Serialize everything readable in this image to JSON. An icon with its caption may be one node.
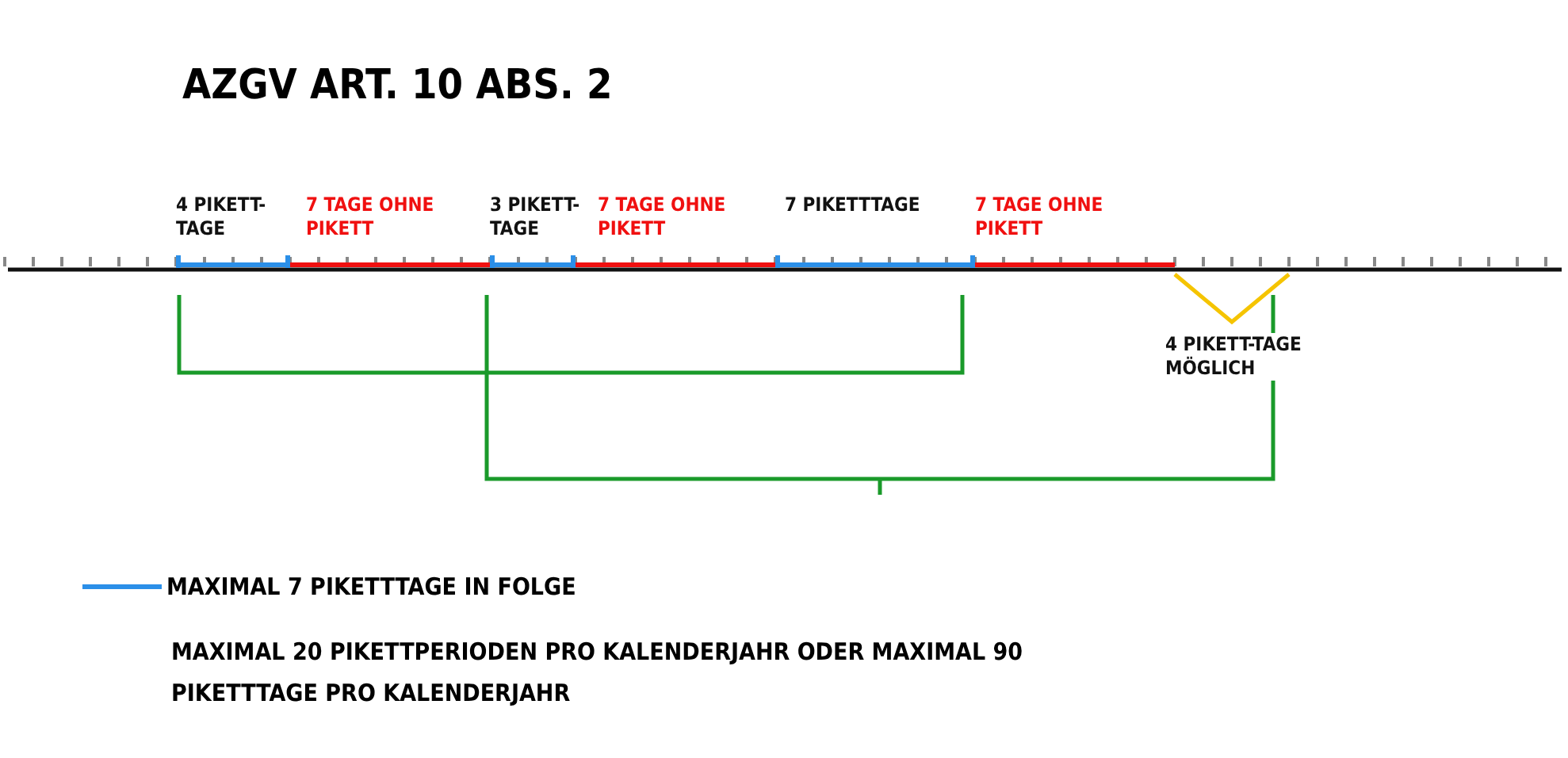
{
  "diagram": {
    "title": "AZGV ART. 10 ABS. 2",
    "nodes": [
      {
        "text": [
          "4 PIKETT-TAGE"
        ]
      },
      {
        "text": [
          "7 TAGE OHNE PIKETT"
        ]
      },
      {
        "text": [
          "3 PIKETT-TAGE"
        ]
      },
      {
        "text": [
          "7 TAGE OHNE PIKETT"
        ]
      },
      {
        "text": [
          "7 PIKETTTAGE"
        ]
      },
      {
        "text": [
          "7 TAGE OHNE PIKETT"
        ]
      },
      {
        "text": [
          "4 PIKETT-TAGE MÖGLICH"
        ]
      }
    ],
    "labels": [
      "MAXIMAL 20 PIKETTPERIODEN PRO KALENDERJAHR ODER MAXIMAL 90 PIKETTTAGE PRO KALENDERJAHR"
    ],
    "legend": [
      {
        "text": "MAXIMAL 7 PIKETTTAGE IN FOLGE"
      }
    ]
  }
}
